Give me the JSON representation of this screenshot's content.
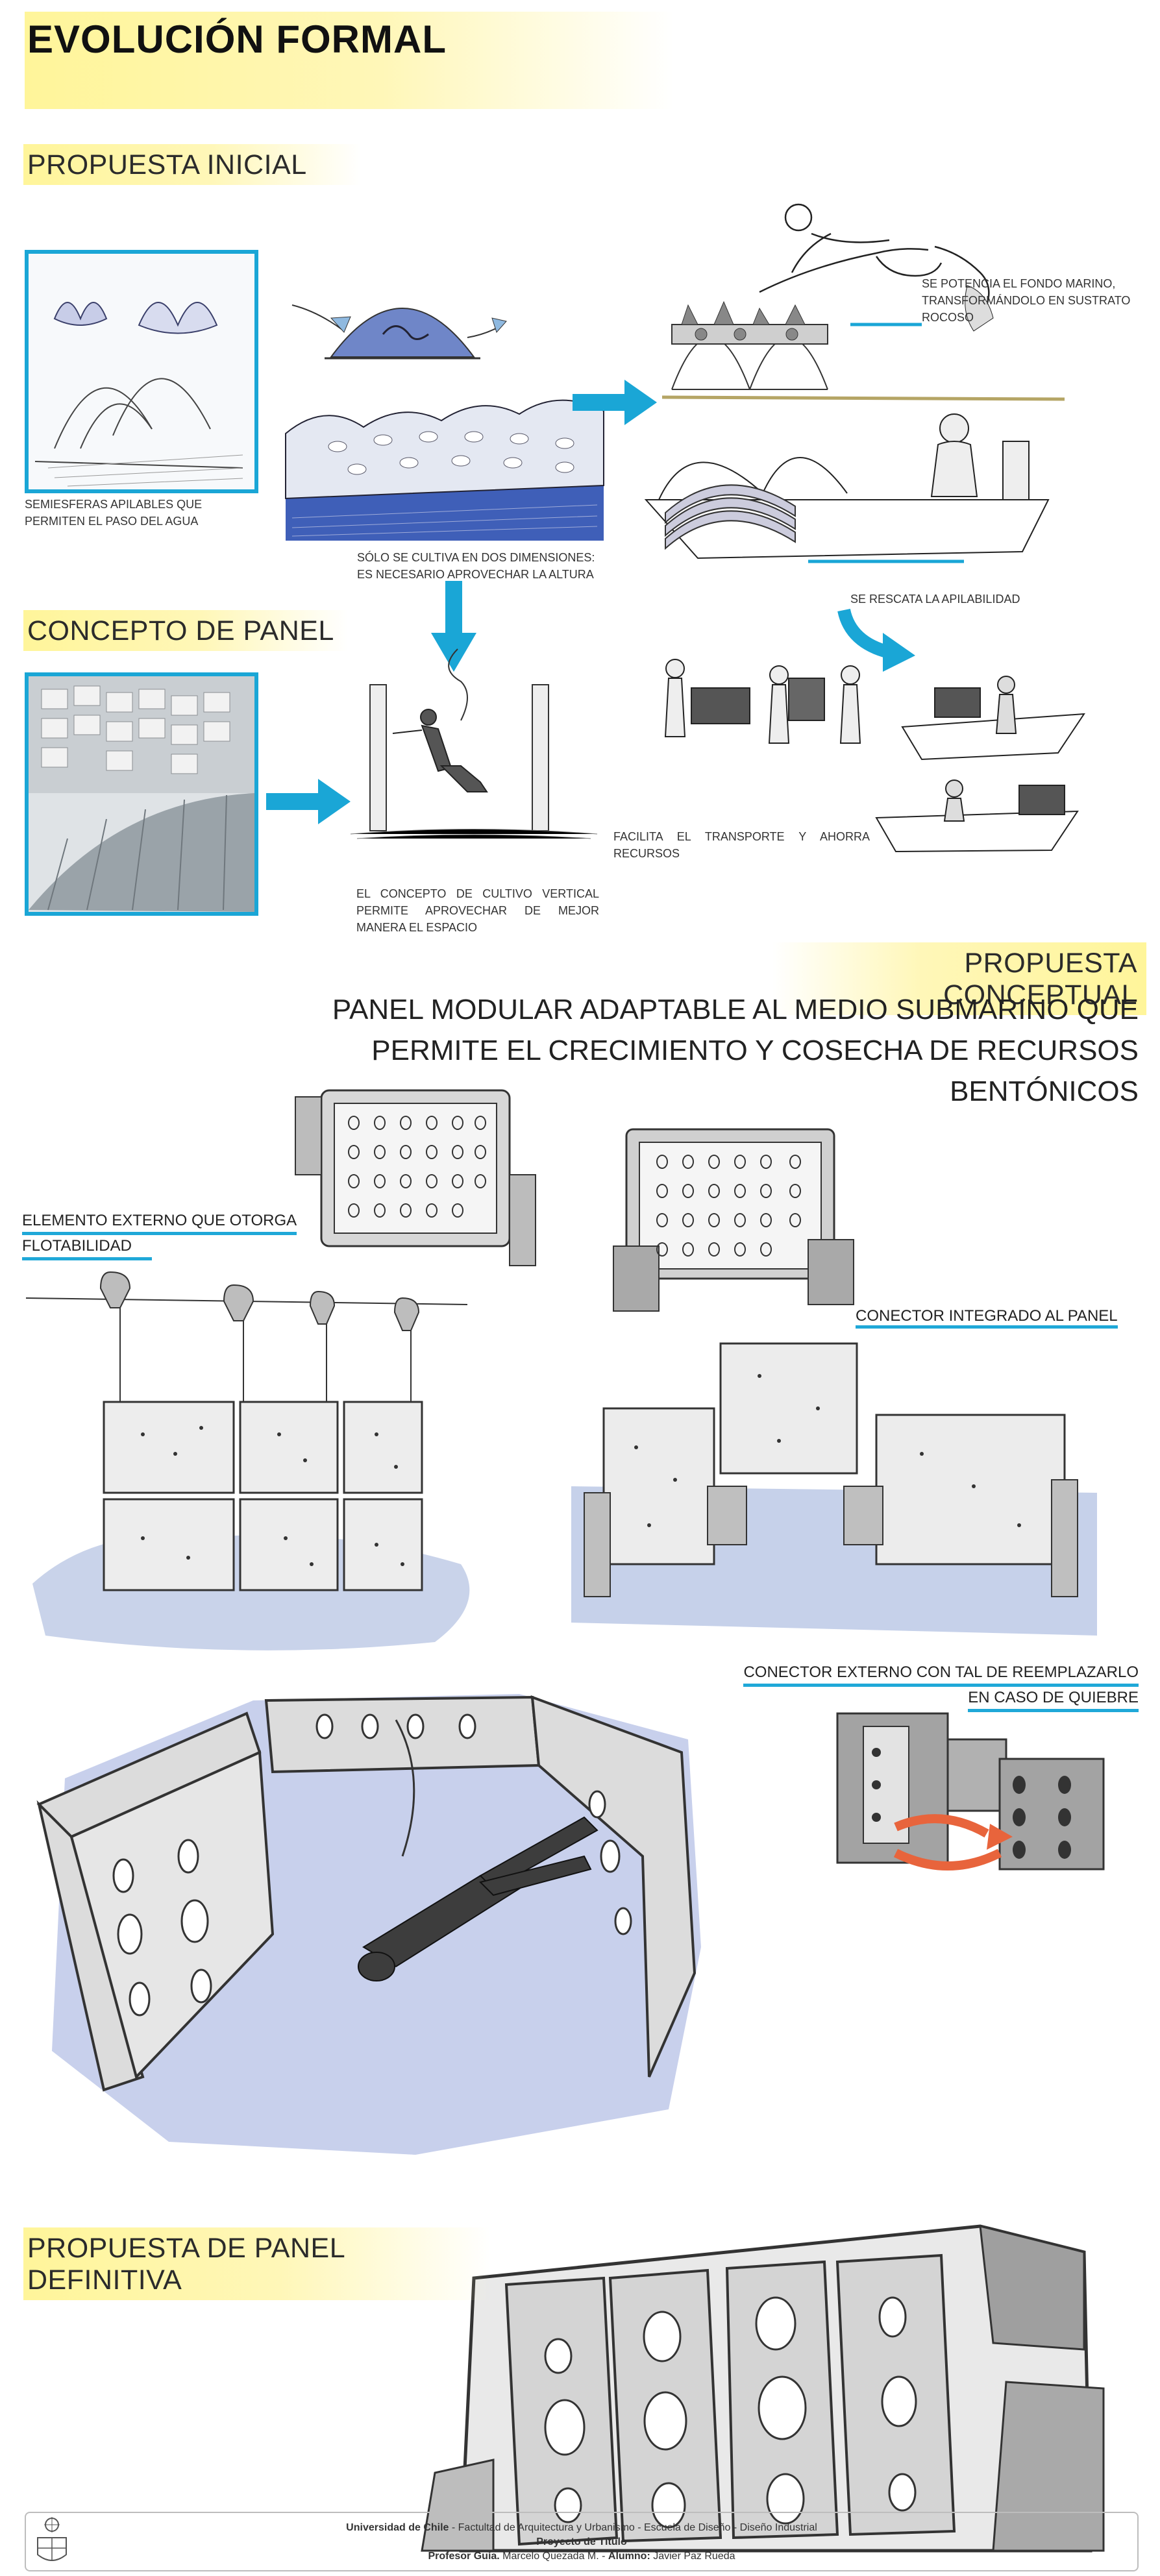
{
  "page": {
    "title": "EVOLUCIÓN FORMAL"
  },
  "sections": {
    "propuesta_inicial": "PROPUESTA INICIAL",
    "concepto_panel": "CONCEPTO DE PANEL",
    "propuesta_conceptual": "PROPUESTA CONCEPTUAL",
    "propuesta_definitiva": "PROPUESTA DE PANEL DEFINITIVA"
  },
  "captions": {
    "semiesferas": "SEMIESFERAS APILABLES QUE PERMITEN EL PASO DEL AGUA",
    "dos_dimensiones": "SÓLO SE CULTIVA EN DOS DIMENSIONES: ES NECESARIO APROVECHAR LA ALTURA",
    "fondo_marino": "SE POTENCIA EL FONDO MARINO, TRANSFORMÁNDOLO EN SUSTRATO ROCOSO",
    "apilabilidad": "SE RESCATA LA APILABILIDAD",
    "transporte": "FACILITA EL TRANSPORTE Y AHORRA RECURSOS",
    "cultivo_vertical": "EL CONCEPTO DE CULTIVO VERTICAL PERMITE APROVECHAR DE MEJOR MANERA EL ESPACIO"
  },
  "conceptual": {
    "line1": "PANEL MODULAR ADAPTABLE AL MEDIO SUBMARINO QUE",
    "line2": "PERMITE EL CRECIMIENTO Y COSECHA DE RECURSOS",
    "line3": "BENTÓNICOS"
  },
  "notes": {
    "flotabilidad_1": "ELEMENTO EXTERNO QUE OTORGA",
    "flotabilidad_2": "FLOTABILIDAD",
    "conector_integrado": "CONECTOR INTEGRADO AL PANEL",
    "conector_externo_1": "CONECTOR EXTERNO CON TAL DE REEMPLAZARLO",
    "conector_externo_2": "EN CASO DE QUIEBRE"
  },
  "footer": {
    "uni": "Universidad de Chile",
    "facultad": " - Factultad de Arquitectura y Urbanismo - Escuela de Diseño - Diseño Industrial",
    "proyecto": "Proyecto de Título",
    "guia_label": "Profesor Guía.",
    "guia_name": " Marcelo Quezada M. - ",
    "alumno_label": "Alumno:",
    "alumno_name": " Javier Paz Rueda"
  },
  "colors": {
    "accent_blue": "#1aa6d6",
    "highlight_yellow": "#fff59a",
    "arrow_orange": "#e8643c"
  }
}
